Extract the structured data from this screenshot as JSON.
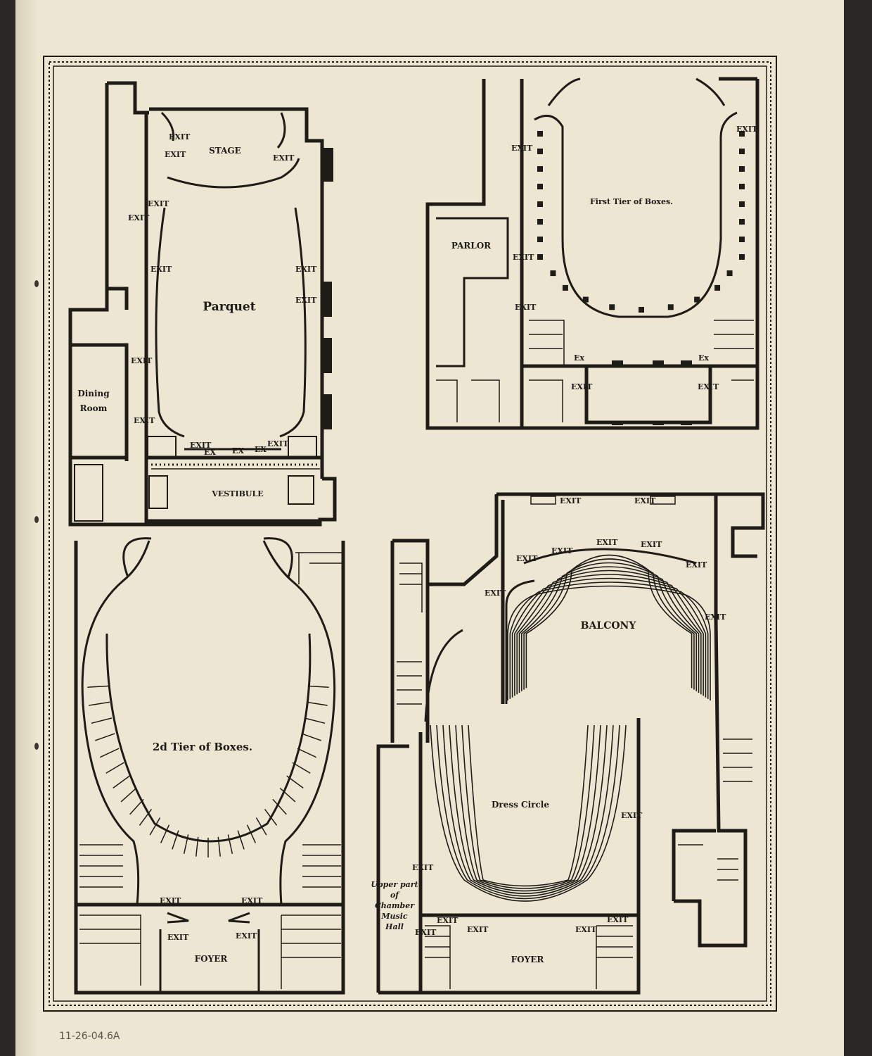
{
  "plans": {
    "parquet": {
      "title": "Parquet",
      "stage": "STAGE",
      "vestibule": "VESTIBULE",
      "dining_room_1": "Dining",
      "dining_room_2": "Room",
      "exit": "EXIT",
      "ex": "EX"
    },
    "first_tier": {
      "title": "First Tier of Boxes.",
      "parlor": "PARLOR",
      "exit": "EXIT",
      "ex": "Ex"
    },
    "second_tier": {
      "title": "2d Tier of Boxes.",
      "foyer": "FOYER",
      "exit": "EXIT"
    },
    "balcony": {
      "title": "BALCONY",
      "exit": "EXIT"
    },
    "dress_circle": {
      "title": "Dress Circle",
      "foyer": "FOYER",
      "exit": "EXIT",
      "chamber_1": "Upper part",
      "chamber_2": "of",
      "chamber_3": "Chamber",
      "chamber_4": "Music",
      "chamber_5": "Hall"
    }
  },
  "annotation": "11-26-04.6A"
}
